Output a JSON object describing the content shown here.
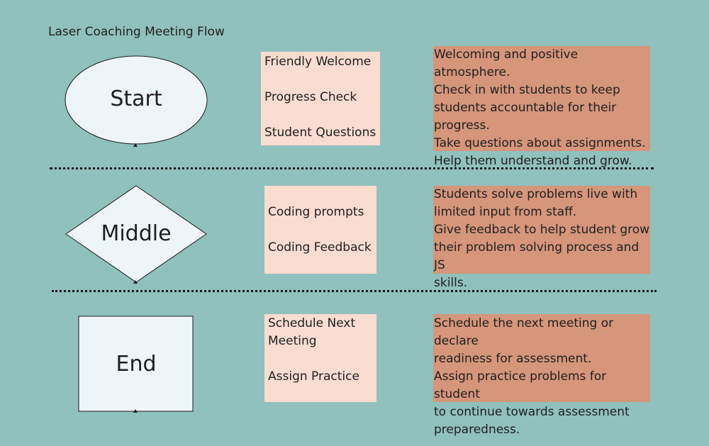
{
  "title": "Laser Coaching Meeting Flow",
  "colors": {
    "background": "#90c1bc",
    "shape_fill": "#eef5f8",
    "pink_box": "#fadcd1",
    "salmon_box": "#d5967b"
  },
  "sections": [
    {
      "shape": "ellipse",
      "label": "Start",
      "topics": [
        "Friendly Welcome",
        "Progress Check",
        "Student Questions"
      ],
      "details": [
        "Welcoming and positive atmosphere.",
        "Check in with students to keep",
        "students accountable for their",
        "progress.",
        "Take questions about assignments.",
        "Help them understand and grow."
      ]
    },
    {
      "shape": "diamond",
      "label": "Middle",
      "topics": [
        "Coding prompts",
        "Coding Feedback"
      ],
      "details": [
        "Students solve problems live with",
        "limited input from staff.",
        "Give feedback to help student grow",
        "their problem solving process and JS",
        "skills."
      ]
    },
    {
      "shape": "rectangle",
      "label": "End",
      "topics": [
        "Schedule Next",
        "Meeting",
        "Assign Practice"
      ],
      "details": [
        "Schedule the next meeting or declare",
        "readiness for assessment.",
        "Assign practice problems for student",
        "to continue towards assessment",
        "preparedness."
      ]
    }
  ]
}
